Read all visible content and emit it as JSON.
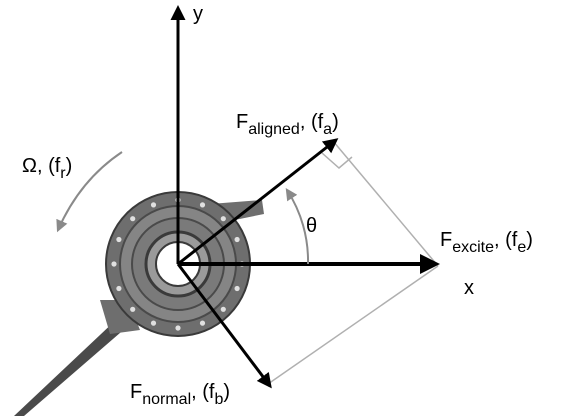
{
  "axes": {
    "y_label": "y",
    "x_label": "x"
  },
  "forces": {
    "aligned": {
      "name": "F",
      "sub": "aligned",
      "freq_prefix": ", (f",
      "freq_sub": "a",
      "freq_suffix": ")"
    },
    "excite": {
      "name": "F",
      "sub": "excite",
      "freq_prefix": ", (f",
      "freq_sub": "e",
      "freq_suffix": ")"
    },
    "normal": {
      "name": "F",
      "sub": "normal",
      "freq_prefix": ", (f",
      "freq_sub": "b",
      "freq_suffix": ")"
    }
  },
  "rotation": {
    "symbol": "Ω",
    "freq_prefix": ", (f",
    "freq_sub": "r",
    "freq_suffix": ")"
  },
  "angle_label": "θ",
  "colors": {
    "disc": "#6e6e6e",
    "disc_dark": "#3a3a3a",
    "guide_line": "#b0b0b0",
    "arc": "#8a8a8a"
  }
}
